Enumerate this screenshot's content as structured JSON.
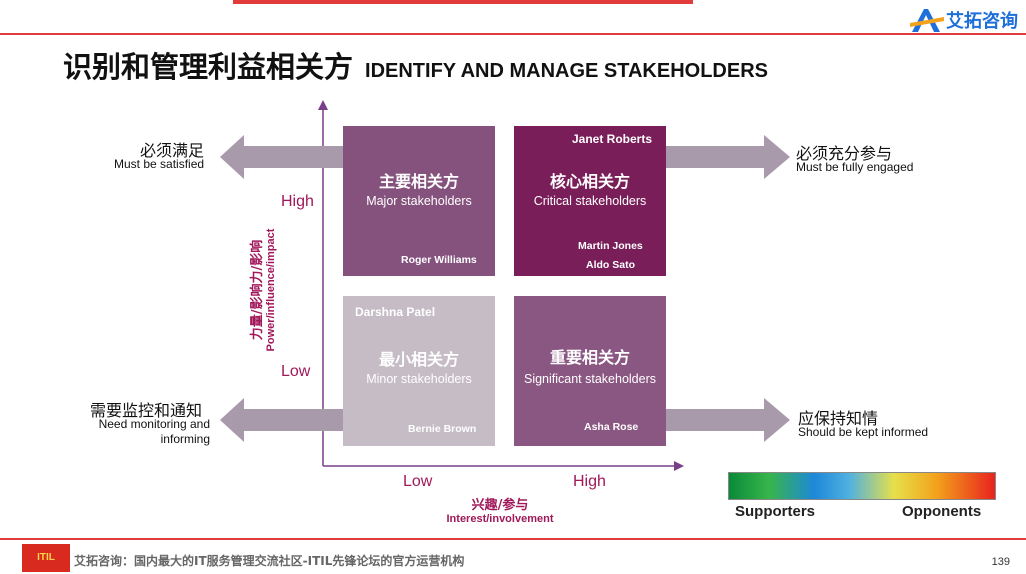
{
  "header": {
    "brand_name": "艾拓咨询",
    "title_cn": "识别和管理利益相关方",
    "title_en": "IDENTIFY AND MANAGE STAKEHOLDERS"
  },
  "axes": {
    "y_high": "High",
    "y_low": "Low",
    "y_label_cn": "力量/影响力/影响",
    "y_label_en": "Power/influence/impact",
    "x_low": "Low",
    "x_high": "High",
    "x_label_cn": "兴趣/参与",
    "x_label_en": "Interest/involvement"
  },
  "quadrants": {
    "major": {
      "cn": "主要相关方",
      "en": "Major stakeholders",
      "names": [
        "Roger Williams"
      ]
    },
    "critical": {
      "cn": "核心相关方",
      "en": "Critical stakeholders",
      "names": [
        "Janet Roberts",
        "Martin Jones",
        "Aldo Sato"
      ]
    },
    "minor": {
      "cn": "最小相关方",
      "en": "Minor stakeholders",
      "names": [
        "Darshna Patel",
        "Bernie Brown"
      ]
    },
    "significant": {
      "cn": "重要相关方",
      "en": "Significant stakeholders",
      "names": [
        "Asha Rose"
      ]
    }
  },
  "actions": {
    "top_left": {
      "cn": "必须满足",
      "en": "Must be satisfied"
    },
    "top_right": {
      "cn": "必须充分参与",
      "en": "Must be fully engaged"
    },
    "bottom_left": {
      "cn": "需要监控和通知",
      "en_line1": "Need monitoring and",
      "en_line2": "informing"
    },
    "bottom_right": {
      "cn": "应保持知情",
      "en": "Should be kept informed"
    }
  },
  "legend": {
    "left": "Supporters",
    "right": "Opponents"
  },
  "footer": {
    "logo_text": "ITIL",
    "text": "艾拓咨询：国内最大的IT服务管理交流社区-ITIL先锋论坛的官方运营机构",
    "page": "139"
  },
  "colors": {
    "accent_red": "#e23b3b",
    "axis_label": "#a0185a",
    "major": "#85527e",
    "critical": "#7a1e5a",
    "minor": "#c6bcc6",
    "significant": "#8a5682",
    "arrow": "#a89aaa"
  }
}
